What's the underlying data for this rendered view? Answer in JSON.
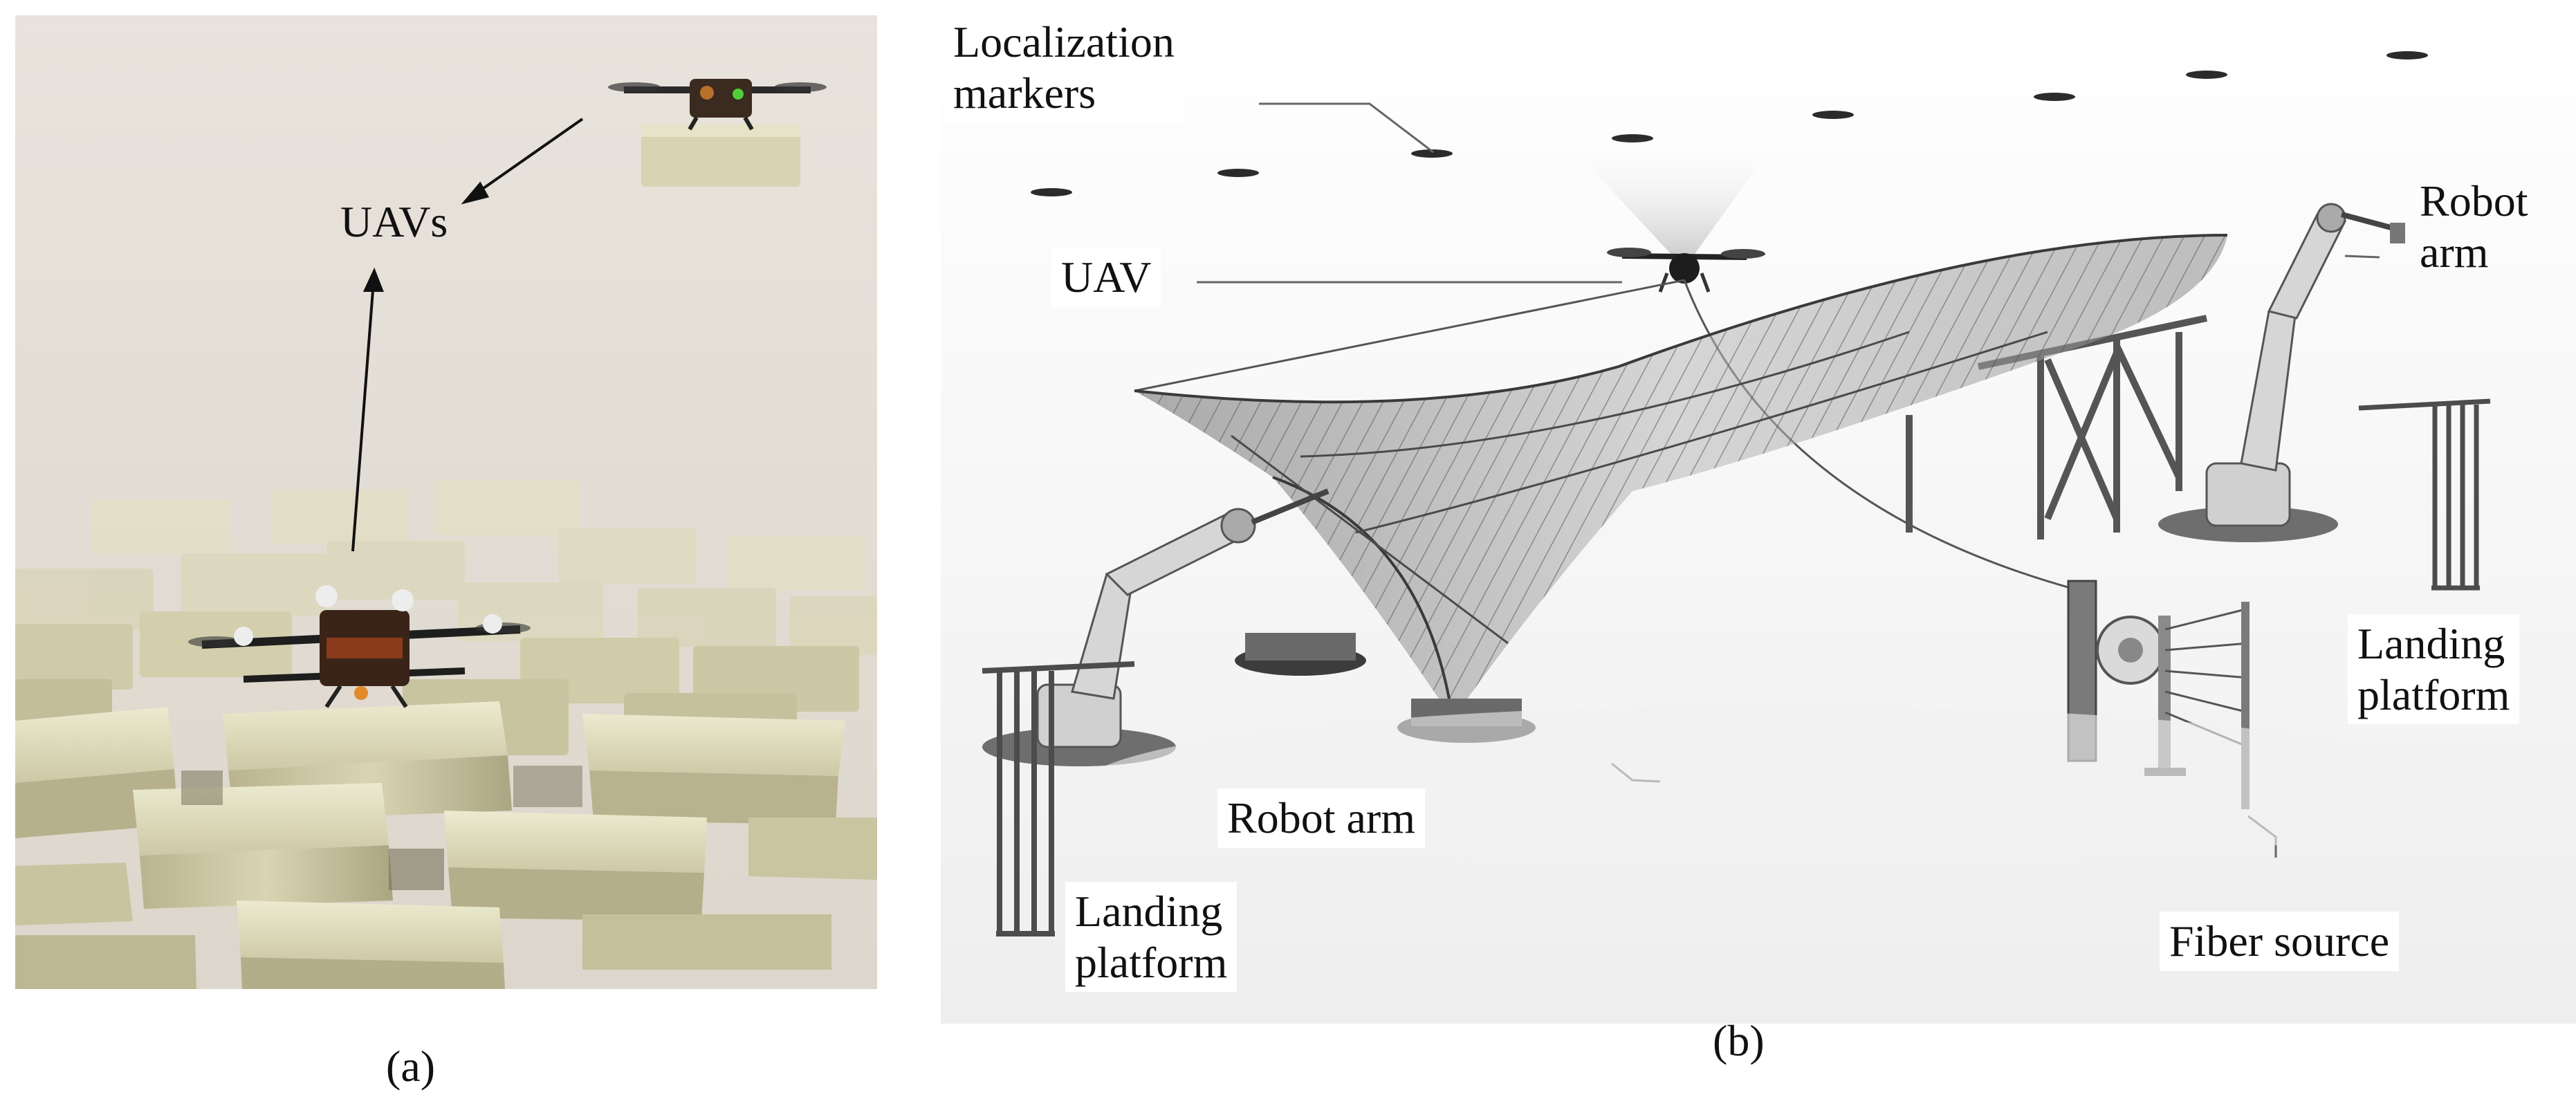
{
  "figure": {
    "panel_a": {
      "caption": "(a)",
      "labels": {
        "uavs": "UAVs"
      }
    },
    "panel_b": {
      "caption": "(b)",
      "labels": {
        "localization_line1": "Localization",
        "localization_line2": "markers",
        "uav": "UAV",
        "robot_arm_right_line1": "Robot",
        "robot_arm_right_line2": "arm",
        "landing_right_line1": "Landing",
        "landing_right_line2": "platform",
        "robot_arm_left": "Robot arm",
        "landing_left_line1": "Landing",
        "landing_left_line2": "platform",
        "fiber_source": "Fiber source"
      }
    }
  }
}
